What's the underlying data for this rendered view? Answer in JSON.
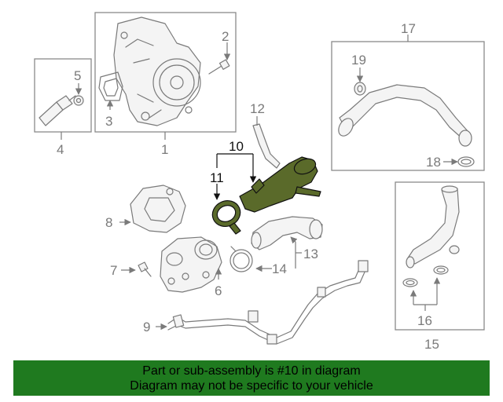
{
  "callouts": {
    "c1": "1",
    "c2": "2",
    "c3": "3",
    "c4": "4",
    "c5": "5",
    "c6": "6",
    "c7": "7",
    "c8": "8",
    "c9": "9",
    "c10": "10",
    "c11": "11",
    "c12": "12",
    "c13": "13",
    "c14": "14",
    "c15": "15",
    "c16": "16",
    "c17": "17",
    "c18": "18",
    "c19": "19"
  },
  "banner": {
    "line1": "Part or sub-assembly is #10 in diagram",
    "line2": "Diagram may not be specific to your vehicle"
  },
  "colors": {
    "highlight_part": "#5a6a2a",
    "banner_background": "#1f7a1f",
    "line_art": "#7a7a7a"
  }
}
